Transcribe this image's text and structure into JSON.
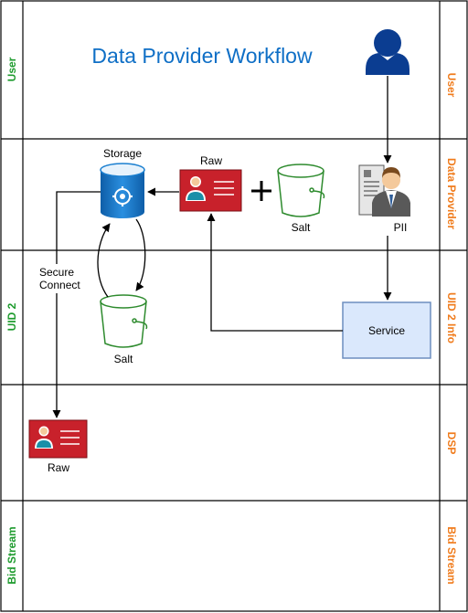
{
  "title": "Data Provider Workflow",
  "lanes": {
    "left": [
      "User",
      "",
      "UID 2",
      "",
      "Bid Stream"
    ],
    "right": [
      "User",
      "Data Provider",
      "UID 2 Info",
      "DSP",
      "Bid Stream"
    ]
  },
  "nodes": {
    "storage": "Storage",
    "raw_top": "Raw",
    "salt_top": "Salt",
    "pii": "PII",
    "service": "Service",
    "salt_bottom": "Salt",
    "raw_bottom": "Raw"
  },
  "edges": {
    "secure_connect_line1": "Secure",
    "secure_connect_line2": "Connect"
  },
  "colors": {
    "title": "#0f6fc6",
    "lane_left_text": "#1e9b2e",
    "lane_right_text": "#f07c1d",
    "card_red": "#c8212b",
    "bucket_green": "#2e8b2e",
    "service_fill": "#dae8fc",
    "service_border": "#6c8ebf",
    "storage_blue": "#1a7fd0",
    "user_icon": "#0b3d91"
  }
}
